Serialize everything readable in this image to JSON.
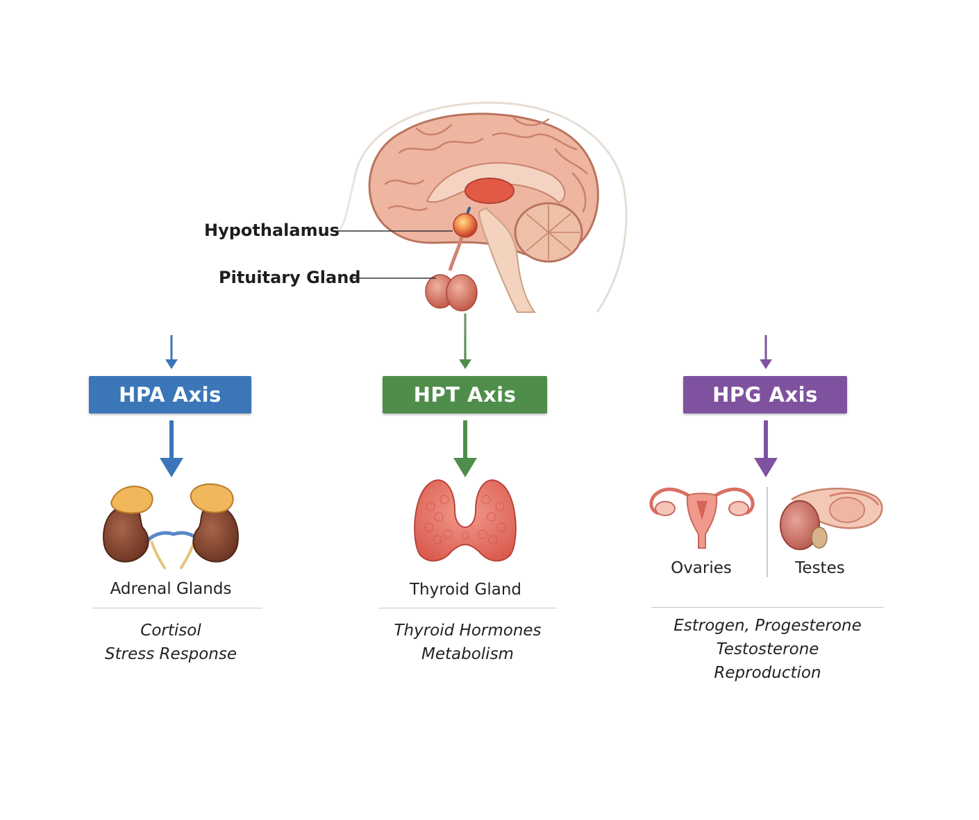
{
  "colors": {
    "hpa": "#3a76b8",
    "hpt": "#4f8d4a",
    "hpg": "#7f52a0",
    "organ_pink": "#e49a8a",
    "kidney": "#8a4a32",
    "adrenal": "#e8a24a"
  },
  "brain": {
    "hypothalamus_label": "Hypothalamus",
    "pituitary_label": "Pituitary Gland"
  },
  "axes": [
    {
      "id": "hpa",
      "label": "HPA Axis",
      "organ": "Adrenal Glands",
      "hormones": [
        "Cortisol",
        "Stress Response"
      ],
      "icon": "adrenal-kidney-icon"
    },
    {
      "id": "hpt",
      "label": "HPT Axis",
      "organ": "Thyroid Gland",
      "hormones": [
        "Thyroid Hormones",
        "Metabolism"
      ],
      "icon": "thyroid-icon"
    },
    {
      "id": "hpg",
      "label": "HPG Axis",
      "organs": [
        "Ovaries",
        "Testes"
      ],
      "hormones": [
        "Estrogen, Progesterone",
        "Testosterone",
        "Reproduction"
      ],
      "icons": [
        "ovaries-icon",
        "testes-icon"
      ]
    }
  ]
}
